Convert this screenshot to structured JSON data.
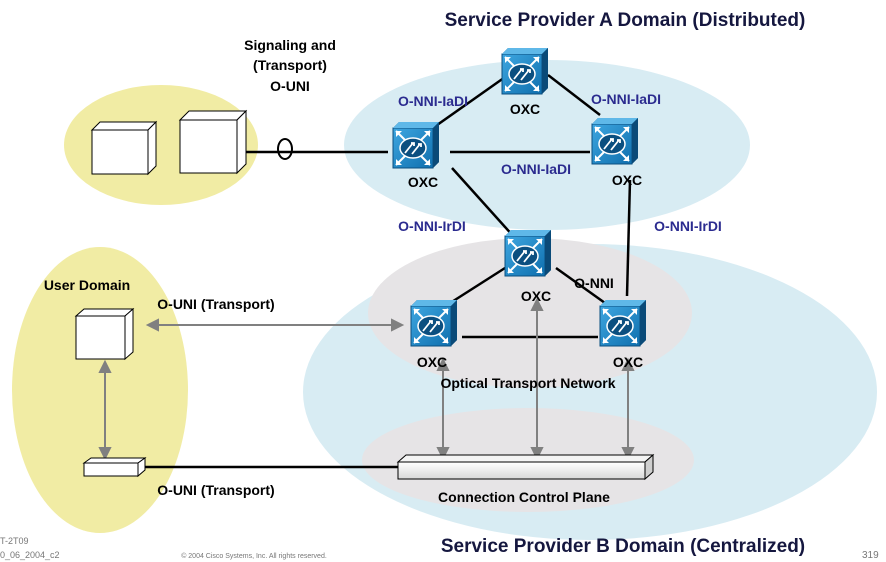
{
  "titles": {
    "provider_a": "Service Provider A Domain (Distributed)",
    "provider_b": "Service Provider B Domain (Centralized)"
  },
  "labels": {
    "signaling": "Signaling and",
    "transport_paren": "(Transport)",
    "o_uni": "O-UNI",
    "o_nni_iadi_left": "O-NNI-IaDI",
    "o_nni_iadi_right": "O-NNI-IaDI",
    "o_nni_iadi_middle": "O-NNI-IaDI",
    "o_nni_irdi_left": "O-NNI-IrDI",
    "o_nni_irdi_right": "O-NNI-IrDI",
    "o_nni": "O-NNI",
    "user_domain": "User Domain",
    "o_uni_transport_top": "O-UNI (Transport)",
    "o_uni_transport_bottom": "O-UNI (Transport)",
    "optical_transport_network": "Optical Transport Network",
    "connection_control_plane": "Connection Control Plane"
  },
  "nodes": {
    "oxc_a_top": "OXC",
    "oxc_a_left": "OXC",
    "oxc_a_right": "OXC",
    "oxc_b_top": "OXC",
    "oxc_b_left": "OXC",
    "oxc_b_right": "OXC"
  },
  "footer": {
    "code": "T-2T09",
    "date": "0_06_2004_c2",
    "copyright": "© 2004 Cisco Systems, Inc. All rights reserved.",
    "page_number": "319"
  },
  "colors": {
    "user_domain_fill": "#f1eca4",
    "provider_fill": "#d8ecf3",
    "core_fill": "#e6e4e6",
    "oxc_face": "#1b86c5",
    "oxc_dark": "#0b4f80",
    "arrow_gray": "#808080"
  }
}
